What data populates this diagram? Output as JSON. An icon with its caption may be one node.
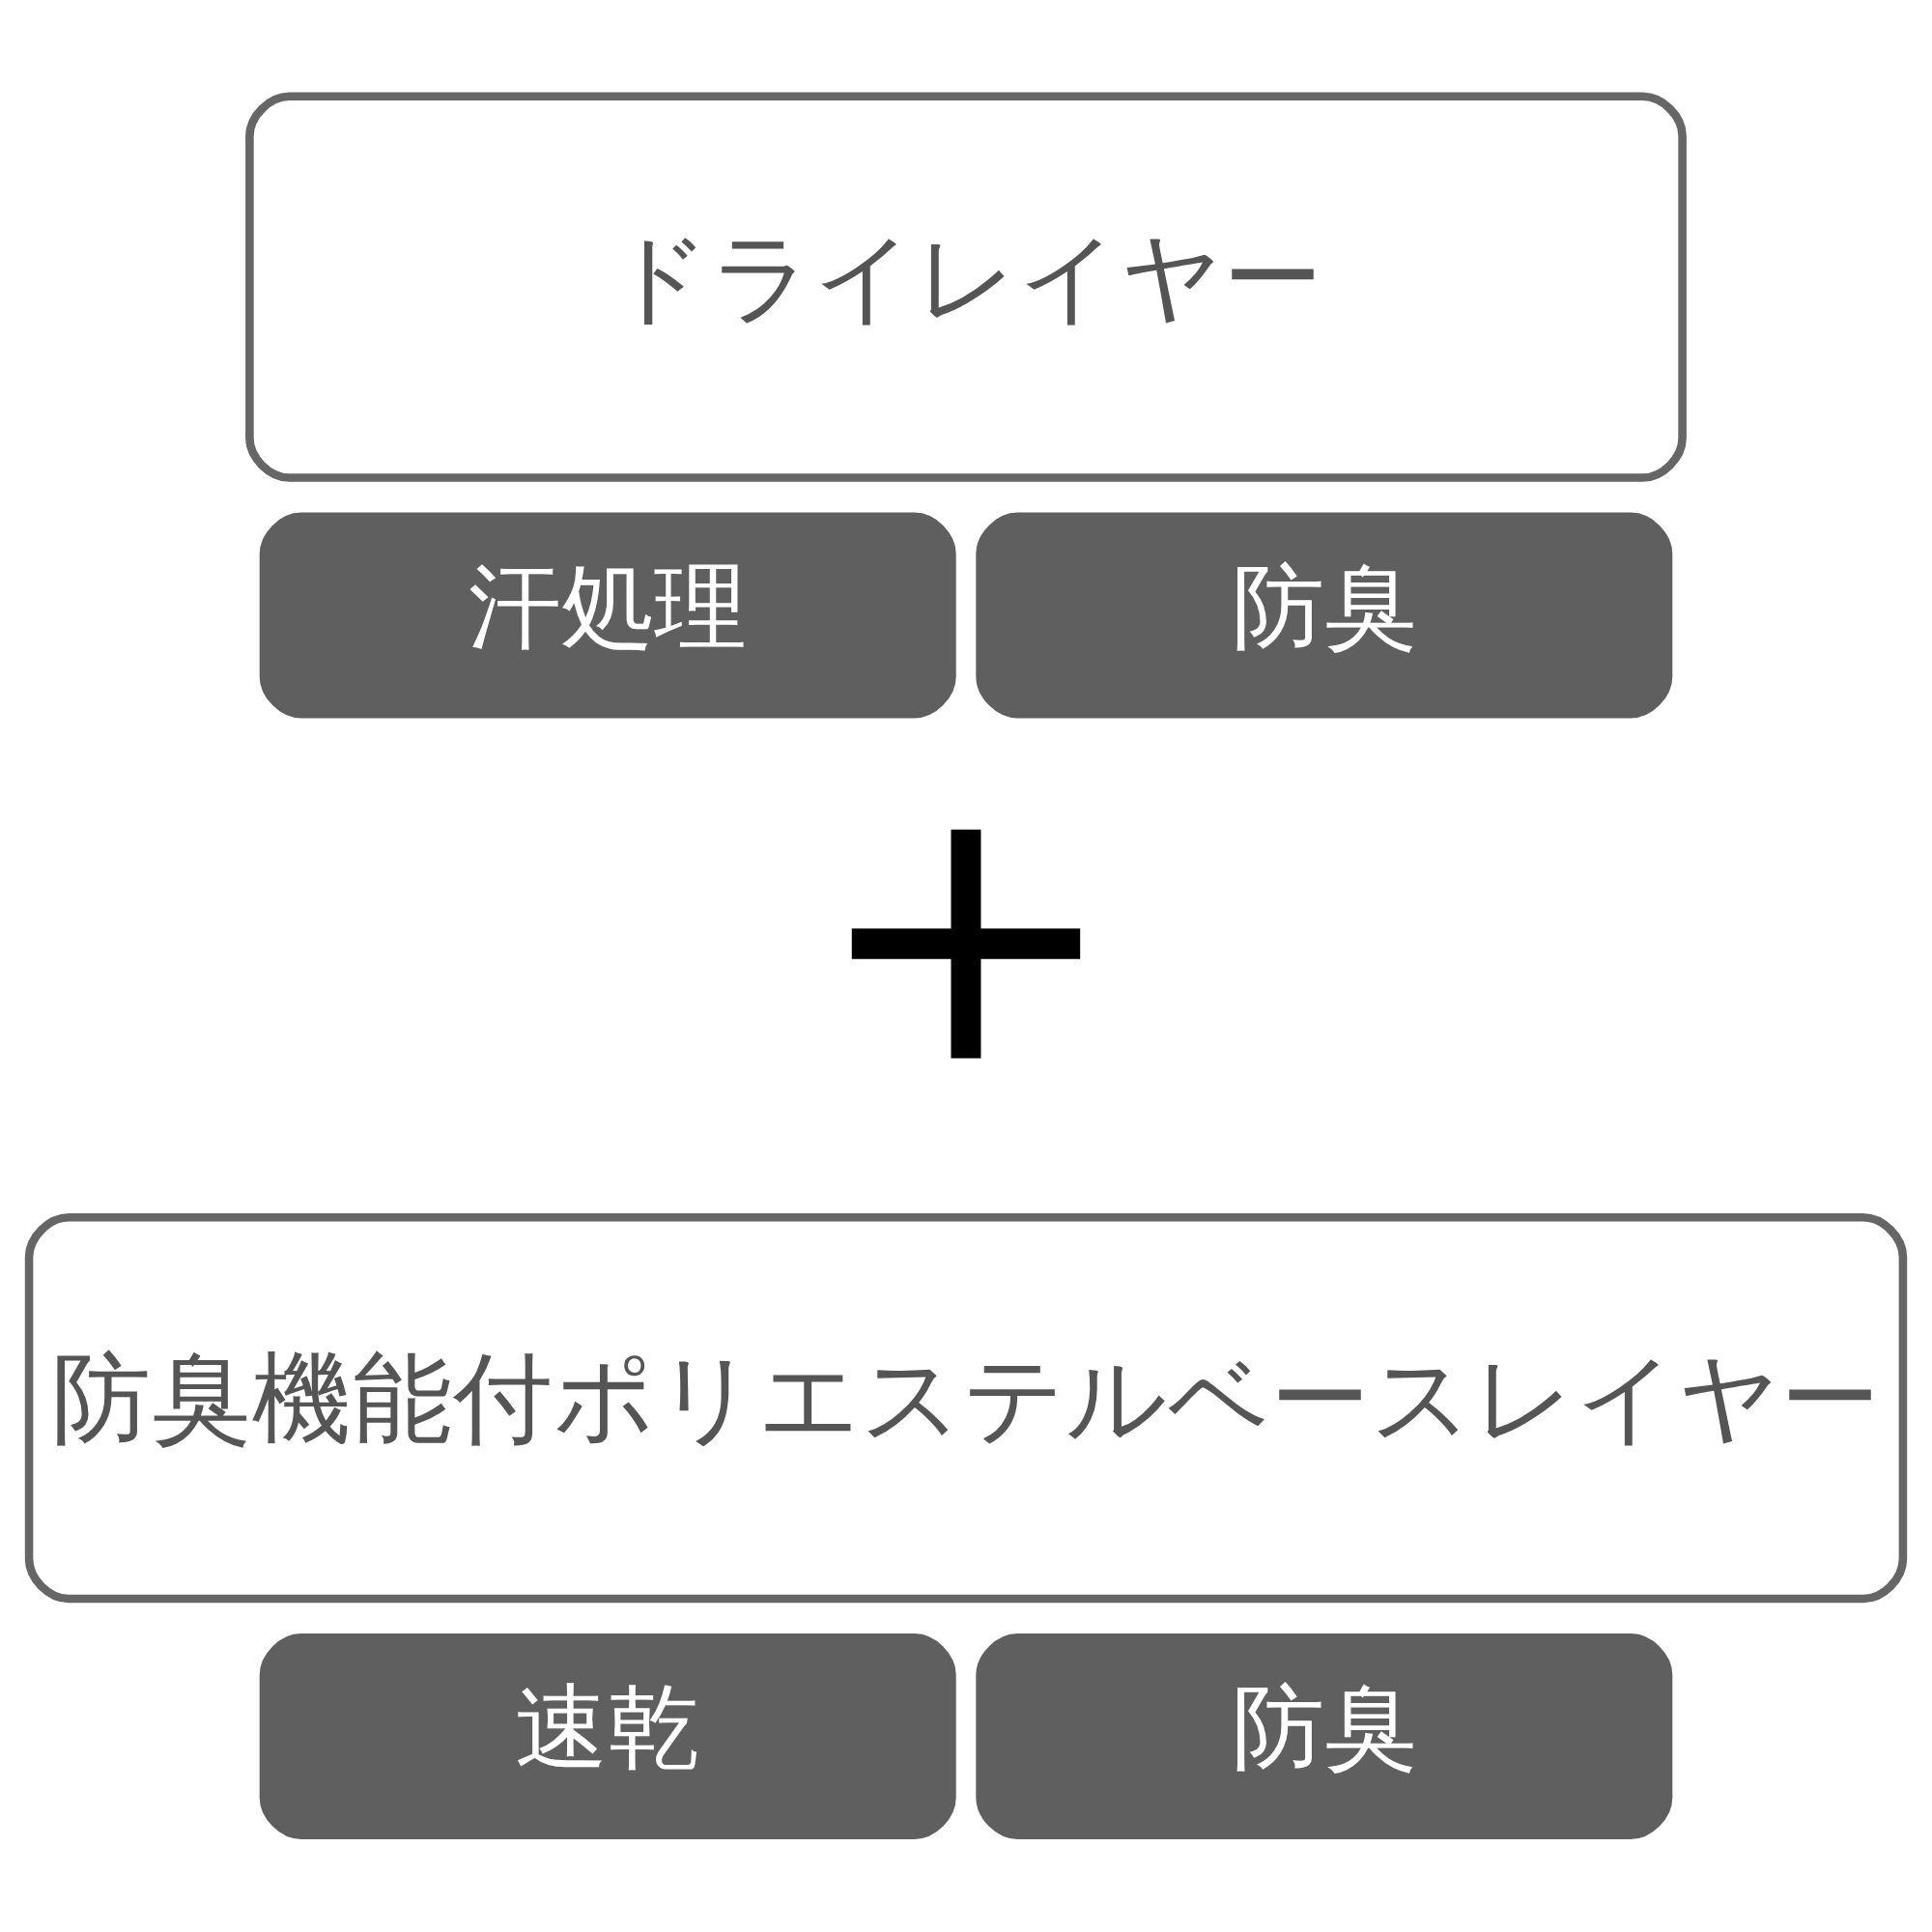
{
  "diagram": {
    "nodes": [
      {
        "text": [
          "ドライレイヤー"
        ]
      },
      {
        "text": [
          "汗処理"
        ]
      },
      {
        "text": [
          "防臭"
        ]
      },
      {
        "text": [
          "防臭機能付ポリエステルベースレイヤー"
        ]
      },
      {
        "text": [
          "速乾"
        ]
      },
      {
        "text": [
          "防臭"
        ]
      }
    ],
    "labels": [
      "+"
    ]
  }
}
